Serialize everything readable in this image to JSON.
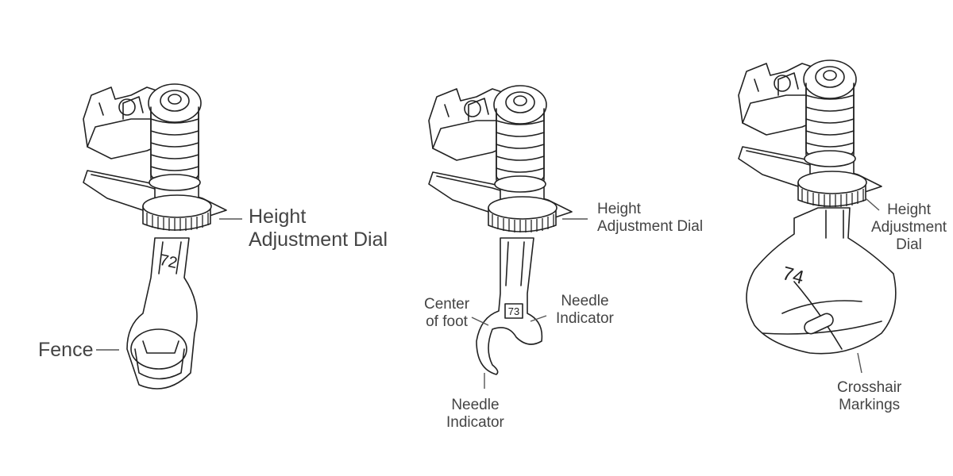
{
  "figures": [
    {
      "foot_number": "72",
      "labels": {
        "height_dial": "Height\nAdjustment Dial",
        "fence": "Fence"
      }
    },
    {
      "foot_number": "73",
      "labels": {
        "height_dial": "Height\nAdjustment Dial",
        "center_of_foot": "Center\nof foot",
        "needle_indicator_right": "Needle\nIndicator",
        "needle_indicator_bottom": "Needle\nIndicator"
      }
    },
    {
      "foot_number": "74",
      "labels": {
        "height_dial": "Height\nAdjustment\nDial",
        "crosshair": "Crosshair\nMarkings"
      }
    }
  ]
}
